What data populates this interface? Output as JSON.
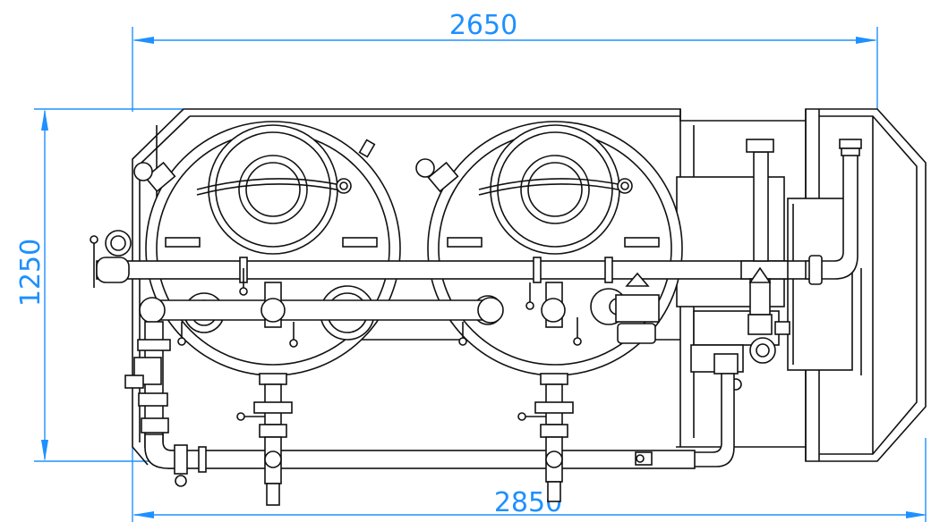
{
  "drawing": {
    "dimensions": {
      "top_width": "2650",
      "bottom_width": "2850",
      "left_height": "1250"
    },
    "colors": {
      "dimension": "#1e90ff",
      "linework": "#111111",
      "background": "#ffffff"
    }
  }
}
